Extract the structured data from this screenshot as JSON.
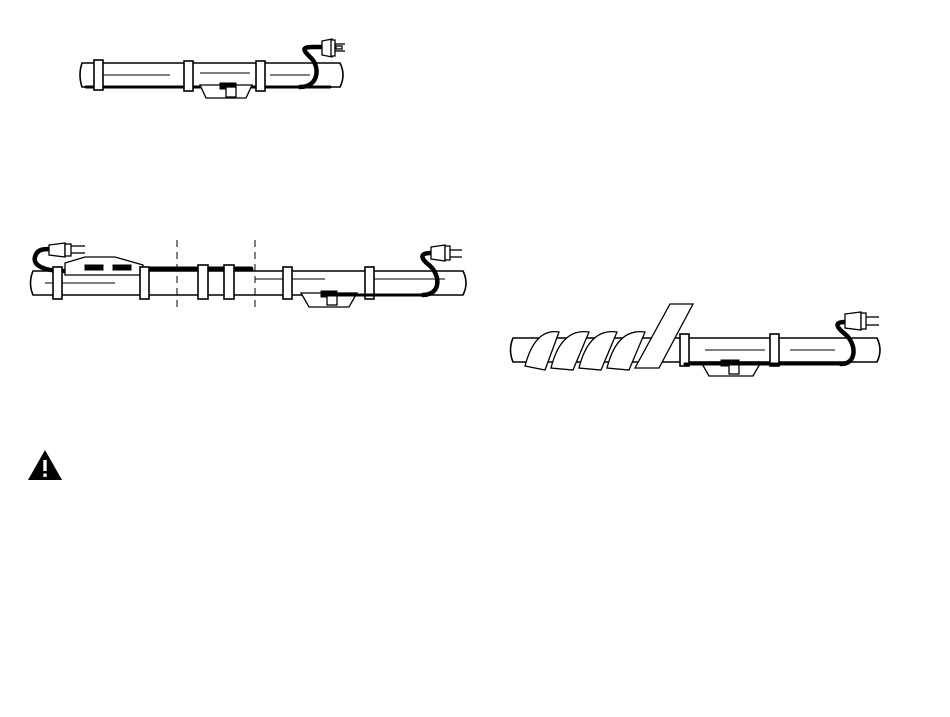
{
  "figures": [
    {
      "id": "fig-1",
      "icon": "heat-cable-on-pipe-with-plug"
    },
    {
      "id": "fig-2",
      "icon": "heat-cable-splice-with-two-plugs"
    },
    {
      "id": "fig-3",
      "icon": "heat-cable-with-insulation-wrap"
    }
  ],
  "warning": {
    "icon": "warning-triangle-icon",
    "color": "#000000"
  }
}
